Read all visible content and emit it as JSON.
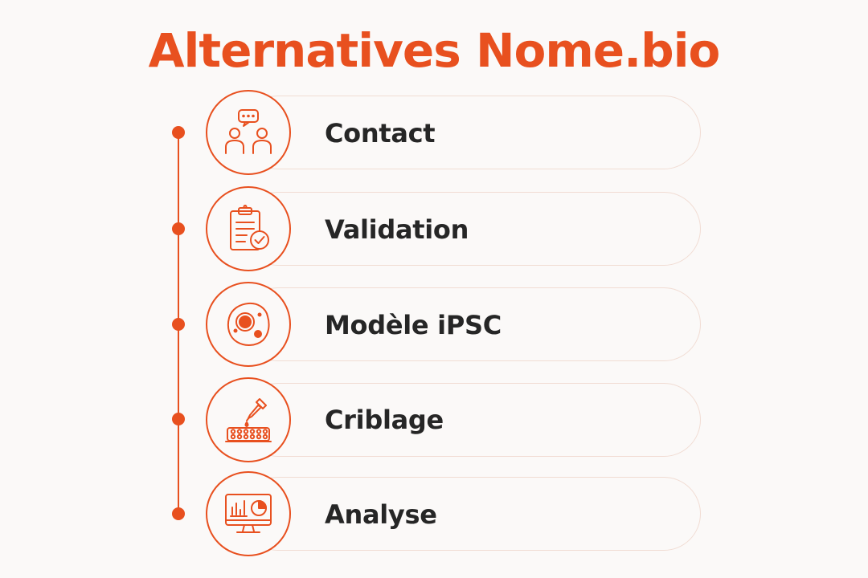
{
  "title": "Alternatives Nome.bio",
  "accent_color": "#e8501f",
  "steps": [
    {
      "label": "Contact",
      "icon": "people-chat-icon"
    },
    {
      "label": "Validation",
      "icon": "clipboard-check-icon"
    },
    {
      "label": "Modèle iPSC",
      "icon": "cell-icon"
    },
    {
      "label": "Criblage",
      "icon": "pipette-well-plate-icon"
    },
    {
      "label": "Analyse",
      "icon": "monitor-chart-icon"
    }
  ]
}
